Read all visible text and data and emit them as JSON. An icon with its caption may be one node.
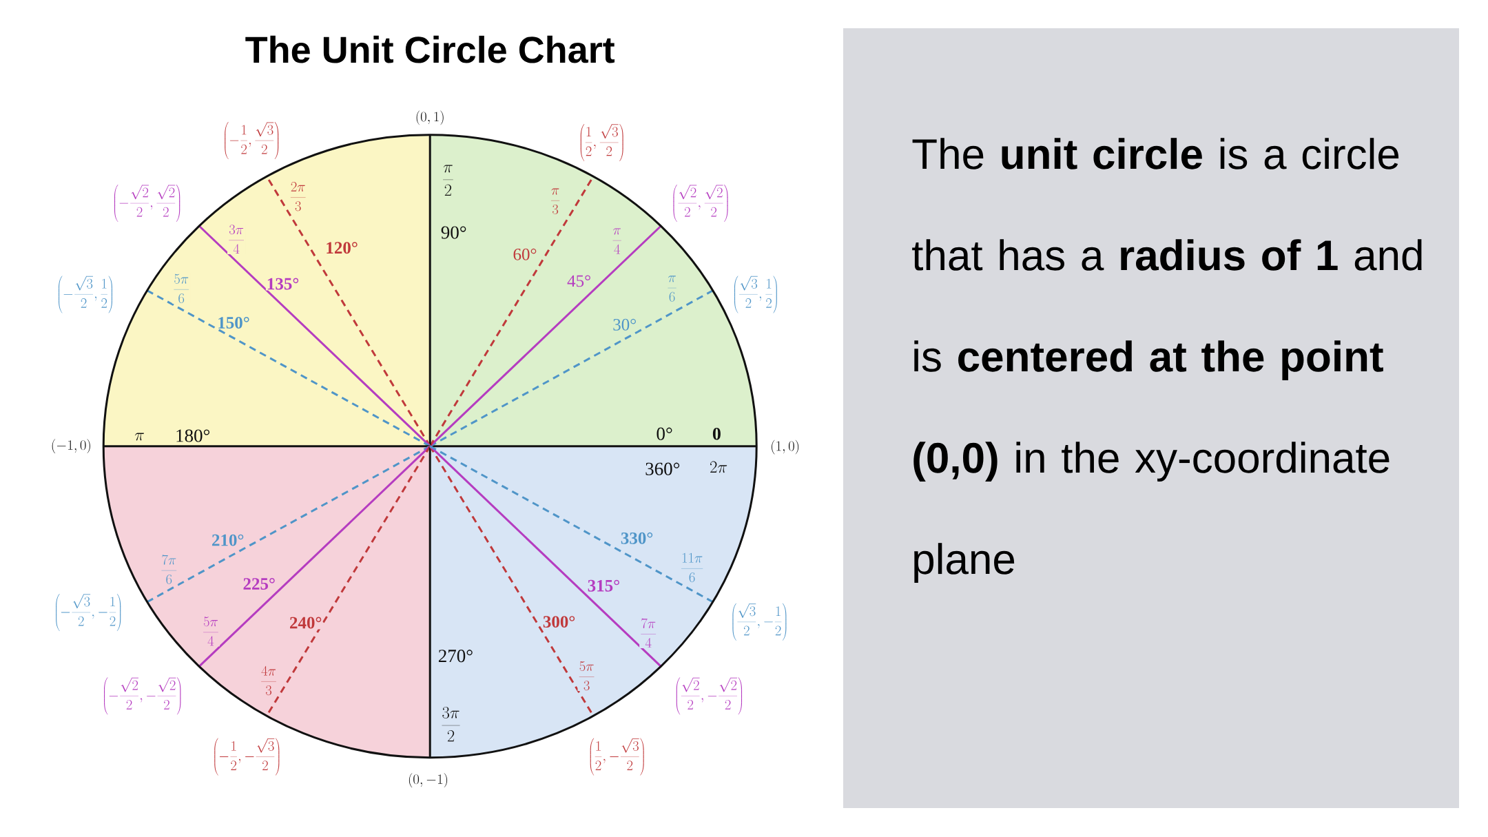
{
  "diagram": {
    "title": "The Unit Circle Chart",
    "nodes": [
      {
        "text": [
          "The **unit circle** is a circle that has a **radius of 1** and is **centered at the point (0,0)** in the xy-coordinate plane"
        ]
      }
    ],
    "labels": [
      "(0,1)",
      "\\left(\\frac{1}{2},\\frac{\\sqrt{3}}{2}\\right)",
      "\\left(\\frac{\\sqrt{2}}{2},\\frac{\\sqrt{2}}{2}\\right)",
      "\\left(\\frac{\\sqrt{3}}{2},\\frac{1}{2}\\right)",
      "(1,0)",
      "\\left(\\frac{\\sqrt{3}}{2},-\\frac{1}{2}\\right)",
      "\\left(\\frac{\\sqrt{2}}{2},-\\frac{\\sqrt{2}}{2}\\right)",
      "\\left(\\frac{1}{2},-\\frac{\\sqrt{3}}{2}\\right)",
      "(0,-1)",
      "\\left(-\\frac{1}{2},-\\frac{\\sqrt{3}}{2}\\right)",
      "\\left(-\\frac{\\sqrt{2}}{2},-\\frac{\\sqrt{2}}{2}\\right)",
      "\\left(-\\frac{\\sqrt{3}}{2},-\\frac{1}{2}\\right)",
      "(-1,0)",
      "\\left(-\\frac{\\sqrt{3}}{2},\\frac{1}{2}\\right)",
      "\\left(-\\frac{\\sqrt{2}}{2},\\frac{\\sqrt{2}}{2}\\right)",
      "\\left(-\\frac{1}{2},\\frac{\\sqrt{3}}{2}\\right)",
      "\\frac{\\pi}{2}",
      "\\frac{\\pi}{3}",
      "\\frac{\\pi}{4}",
      "\\frac{\\pi}{6}",
      "0",
      "2\\pi",
      "\\frac{11\\pi}{6}",
      "\\frac{7\\pi}{4}",
      "\\frac{5\\pi}{3}",
      "\\frac{3\\pi}{2}",
      "\\frac{4\\pi}{3}",
      "\\frac{5\\pi}{4}",
      "\\frac{7\\pi}{6}",
      "\\pi",
      "\\frac{5\\pi}{6}",
      "\\frac{3\\pi}{4}",
      "\\frac{2\\pi}{3}",
      "90°",
      "60°",
      "45°",
      "30°",
      "0°",
      "360°",
      "330°",
      "315°",
      "300°",
      "270°",
      "240°",
      "225°",
      "210°",
      "180°",
      "150°",
      "135°",
      "120°"
    ]
  }
}
